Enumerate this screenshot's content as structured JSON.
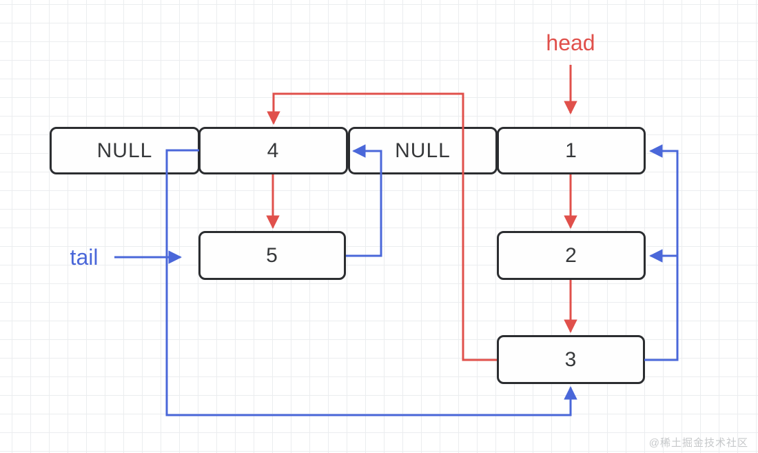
{
  "diagram": {
    "type": "doubly-linked-list",
    "labels": {
      "head": "head",
      "tail": "tail"
    },
    "nodes": [
      {
        "id": "null-left",
        "value": "NULL"
      },
      {
        "id": "node-4",
        "value": "4"
      },
      {
        "id": "null-middle",
        "value": "NULL"
      },
      {
        "id": "node-1",
        "value": "1"
      },
      {
        "id": "node-5",
        "value": "5"
      },
      {
        "id": "node-2",
        "value": "2"
      },
      {
        "id": "node-3",
        "value": "3"
      }
    ],
    "edges": [
      {
        "from": "head",
        "to": "node-1",
        "type": "head-pointer",
        "color": "red"
      },
      {
        "from": "tail",
        "to": "node-5",
        "type": "tail-pointer",
        "color": "blue"
      },
      {
        "from": "node-1",
        "to": "node-2",
        "type": "next",
        "color": "red"
      },
      {
        "from": "node-2",
        "to": "node-3",
        "type": "next",
        "color": "red"
      },
      {
        "from": "node-3",
        "to": "node-4",
        "type": "next",
        "color": "red"
      },
      {
        "from": "node-4",
        "to": "node-5",
        "type": "next",
        "color": "red"
      },
      {
        "from": "node-5",
        "to": "node-4",
        "type": "prev",
        "color": "blue"
      },
      {
        "from": "node-4",
        "to": "node-3",
        "type": "prev",
        "color": "blue"
      },
      {
        "from": "node-3",
        "to": "node-2",
        "type": "prev",
        "color": "blue"
      },
      {
        "from": "node-2",
        "to": "node-1",
        "type": "prev",
        "color": "blue"
      }
    ]
  },
  "colors": {
    "next_arrow": "#e0504b",
    "prev_arrow": "#4a67d9",
    "node_border": "#2b2d30",
    "node_text": "#36383a",
    "watermark_text": "#c6c8ca"
  },
  "watermark": "@稀土掘金技术社区"
}
